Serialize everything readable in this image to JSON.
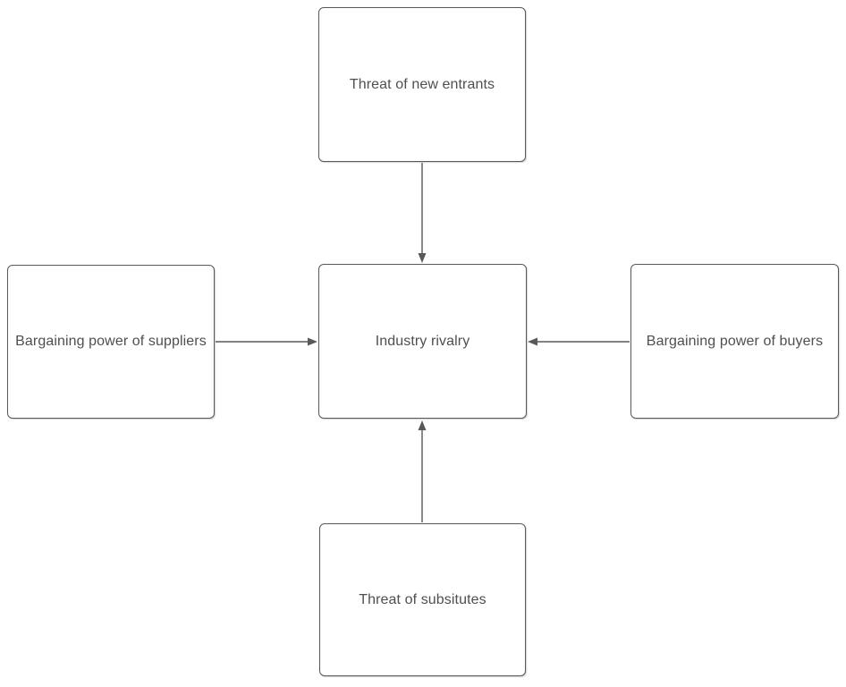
{
  "diagram": {
    "type": "five-forces-flowchart",
    "nodes": {
      "new_entrants": {
        "label": "Threat of new entrants",
        "position": "top"
      },
      "suppliers": {
        "label": "Bargaining power of suppliers",
        "position": "left"
      },
      "rivalry": {
        "label": "Industry rivalry",
        "position": "center"
      },
      "buyers": {
        "label": "Bargaining power of buyers",
        "position": "right"
      },
      "substitutes": {
        "label": "Threat of subsitutes",
        "position": "bottom"
      }
    },
    "edges": [
      {
        "from": "new_entrants",
        "to": "rivalry",
        "arrow_direction": "down"
      },
      {
        "from": "suppliers",
        "to": "rivalry",
        "arrow_direction": "right"
      },
      {
        "from": "buyers",
        "to": "rivalry",
        "arrow_direction": "left"
      },
      {
        "from": "substitutes",
        "to": "rivalry",
        "arrow_direction": "up"
      }
    ],
    "colors": {
      "node_border": "#595959",
      "node_fill": "#ffffff",
      "text": "#4f4f4f",
      "arrow": "#595959",
      "background": "#ffffff"
    }
  }
}
